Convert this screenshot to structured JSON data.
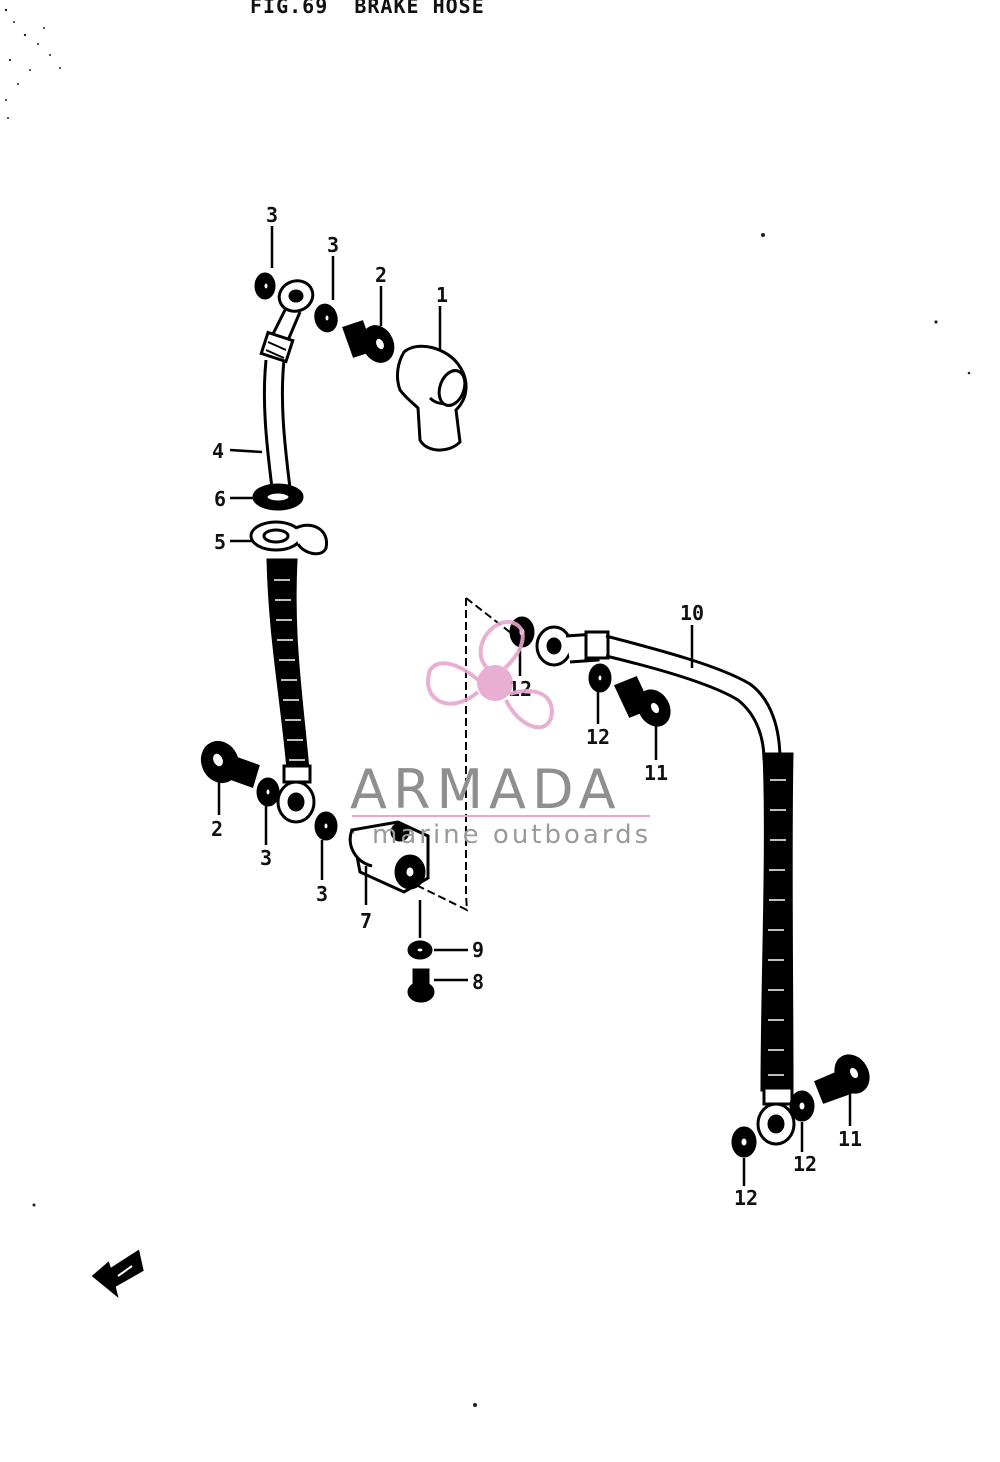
{
  "figure": {
    "title": "FIG.69  BRAKE HOSE"
  },
  "callouts": {
    "n1": "1",
    "n2": "2",
    "n3": "3",
    "n4": "4",
    "n5": "5",
    "n6": "6",
    "n7": "7",
    "n8": "8",
    "n9": "9",
    "n10": "10",
    "n11": "11",
    "n12": "12"
  },
  "watermark": {
    "brand": "ARMADA",
    "tagline": "marine outboards",
    "logo_color": "#e7a7cf",
    "text_color": "#8f8f8f"
  },
  "icons": {
    "front_arrow": "front-direction-arrow-icon",
    "logo": "propeller-logo-icon"
  }
}
